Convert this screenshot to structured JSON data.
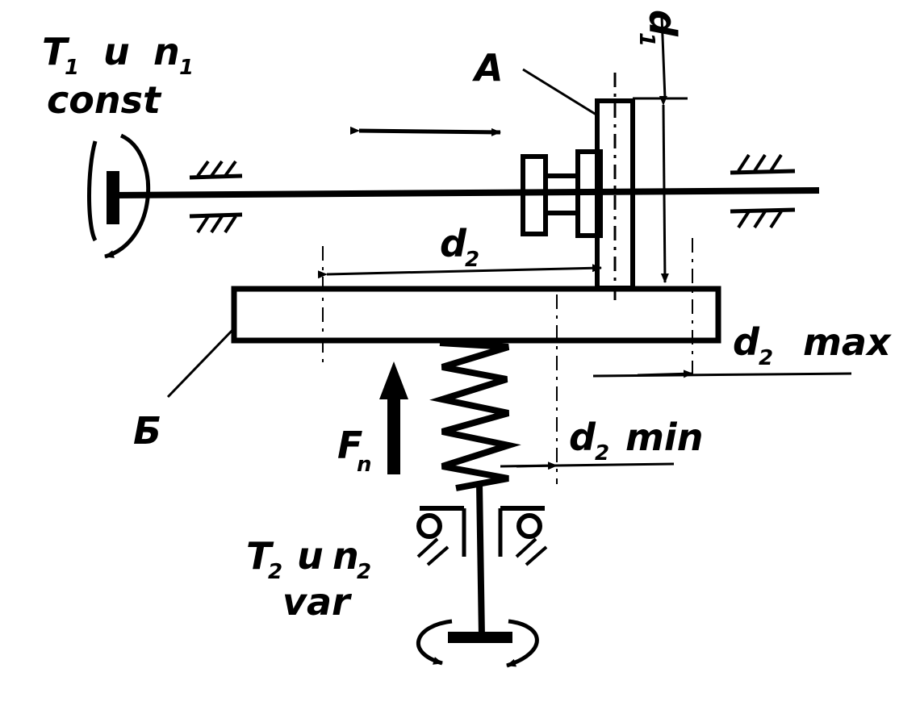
{
  "labels": {
    "t1_main": "T",
    "t1_sub": "1",
    "t1_u": "u",
    "n1_main": "n",
    "n1_sub": "1",
    "const": "const",
    "a": "A",
    "d1_main": "d",
    "d1_sub": "1",
    "d2_main": "d",
    "d2_sub": "2",
    "d2max_main": "d",
    "d2max_sub": "2",
    "d2max_word": "max",
    "d2min_main": "d",
    "d2min_sub": "2",
    "d2min_word": "min",
    "b": "Б",
    "fn_main": "F",
    "fn_sub": "n",
    "t2_main": "T",
    "t2_sub": "2",
    "t2_u": "u",
    "n2_main": "n",
    "n2_sub": "2",
    "var": "var"
  }
}
